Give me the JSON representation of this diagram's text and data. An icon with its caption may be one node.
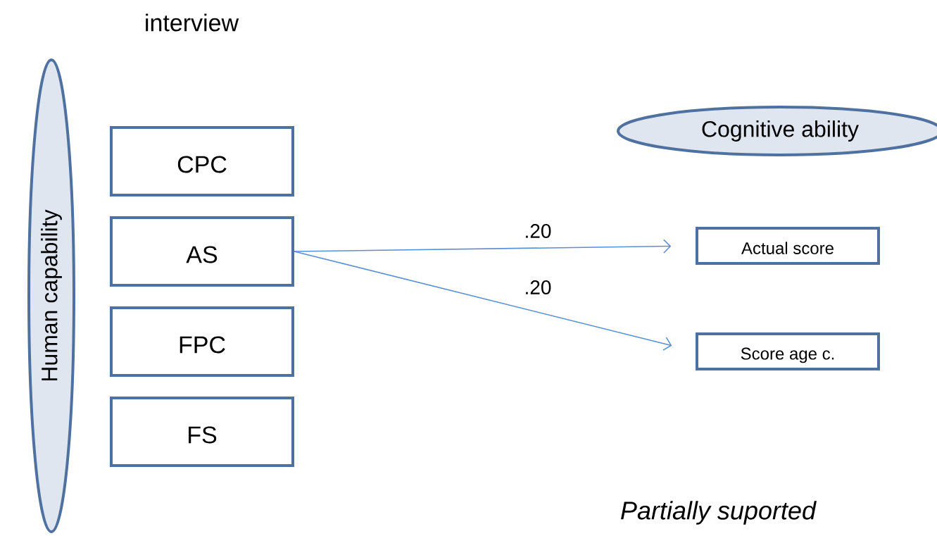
{
  "diagram": {
    "nodes": [
      {
        "text": [
          "Human capability"
        ]
      },
      {
        "text": [
          "CPC"
        ]
      },
      {
        "text": [
          "AS"
        ]
      },
      {
        "text": [
          "FPC"
        ]
      },
      {
        "text": [
          "FS"
        ]
      },
      {
        "text": [
          "Cognitive ability"
        ]
      },
      {
        "text": [
          "Actual score"
        ]
      },
      {
        "text": [
          "Score age c."
        ]
      }
    ],
    "edges": [
      {
        "from": 2,
        "to": 6,
        "arrow": "to",
        "label": ".20"
      },
      {
        "from": 2,
        "to": 7,
        "arrow": "to",
        "label": ".20"
      }
    ],
    "labels": [
      "interview",
      "Partially suported"
    ]
  }
}
